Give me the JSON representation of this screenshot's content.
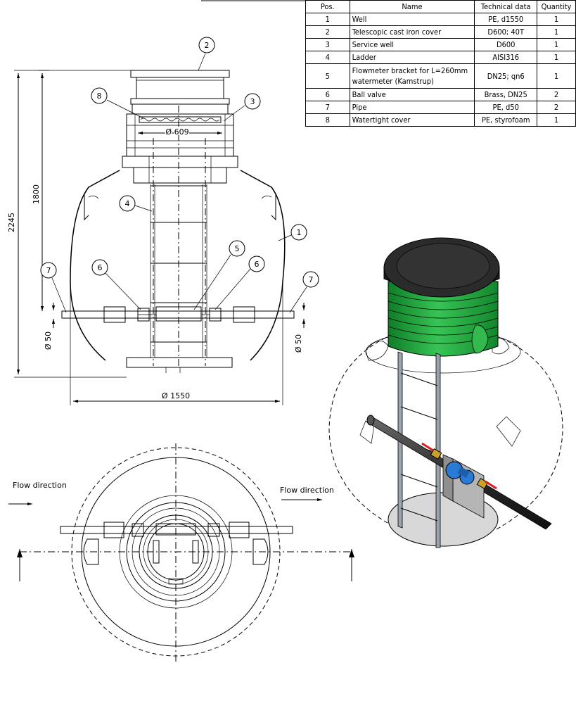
{
  "table": {
    "headers": [
      "Pos.",
      "Name",
      "Technical data",
      "Quantity"
    ],
    "rows": [
      {
        "pos": "1",
        "name": "Well",
        "tech": "PE, d1550",
        "qty": "1"
      },
      {
        "pos": "2",
        "name": "Telescopic cast iron cover",
        "tech": "D600; 40T",
        "qty": "1"
      },
      {
        "pos": "3",
        "name": "Service well",
        "tech": "D600",
        "qty": "1"
      },
      {
        "pos": "4",
        "name": "Ladder",
        "tech": "AISI316",
        "qty": "1"
      },
      {
        "pos": "5",
        "name": "Flowmeter bracket for L=260mm watermeter (Kamstrup)",
        "tech": "DN25; qn6",
        "qty": "1"
      },
      {
        "pos": "6",
        "name": "Ball valve",
        "tech": "Brass, DN25",
        "qty": "2"
      },
      {
        "pos": "7",
        "name": "Pipe",
        "tech": "PE, d50",
        "qty": "2"
      },
      {
        "pos": "8",
        "name": "Watertight cover",
        "tech": "PE, styrofoam",
        "qty": "1"
      }
    ]
  },
  "dimensions": {
    "total_height": "2245",
    "inner_height": "1800",
    "service_well_dia": "Ø 609",
    "well_dia": "Ø 1550",
    "pipe_left": "Ø 50",
    "pipe_right": "Ø 50"
  },
  "callouts": [
    "1",
    "2",
    "3",
    "4",
    "5",
    "6",
    "6",
    "7",
    "7",
    "8"
  ],
  "flow_labels": {
    "left": "Flow direction",
    "right": "Flow direction"
  },
  "colors": {
    "cover": "#2b2b2b",
    "service_well": "#1ea93a",
    "pipe": "#2f2f2f",
    "watermeter": "#2a7bd6",
    "valve_handle": "#d61f1f",
    "base_plate": "#d8d8d8"
  }
}
